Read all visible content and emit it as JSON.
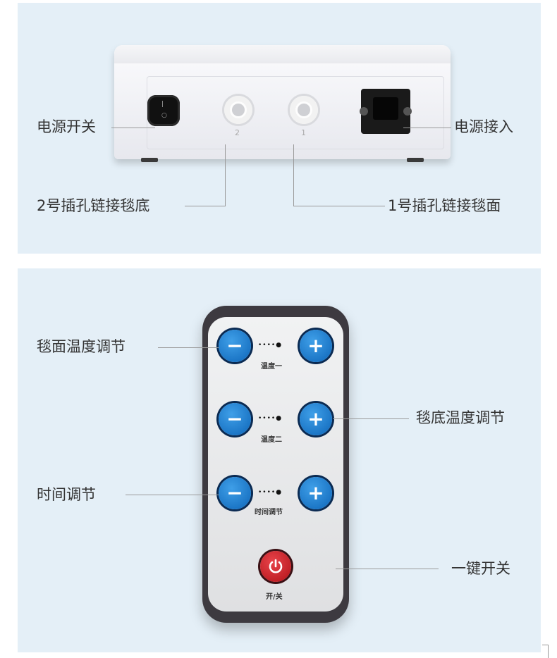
{
  "top_panel": {
    "callouts": {
      "power_switch": "电源开关",
      "power_input": "电源接入",
      "socket_2": "2号插孔链接毯底",
      "socket_1": "1号插孔链接毯面"
    },
    "socket_numbers": {
      "left": "2",
      "right": "1"
    }
  },
  "bottom_panel": {
    "callouts": {
      "top_temp": "毯面温度调节",
      "bottom_temp": "毯底温度调节",
      "timer": "时间调节",
      "one_key": "一键开关"
    },
    "remote": {
      "dots": "••••●",
      "minus": "−",
      "plus": "+",
      "labels": {
        "temp_1": "温度一",
        "temp_2": "温度二",
        "time": "时间调节",
        "power": "开/关"
      }
    }
  }
}
